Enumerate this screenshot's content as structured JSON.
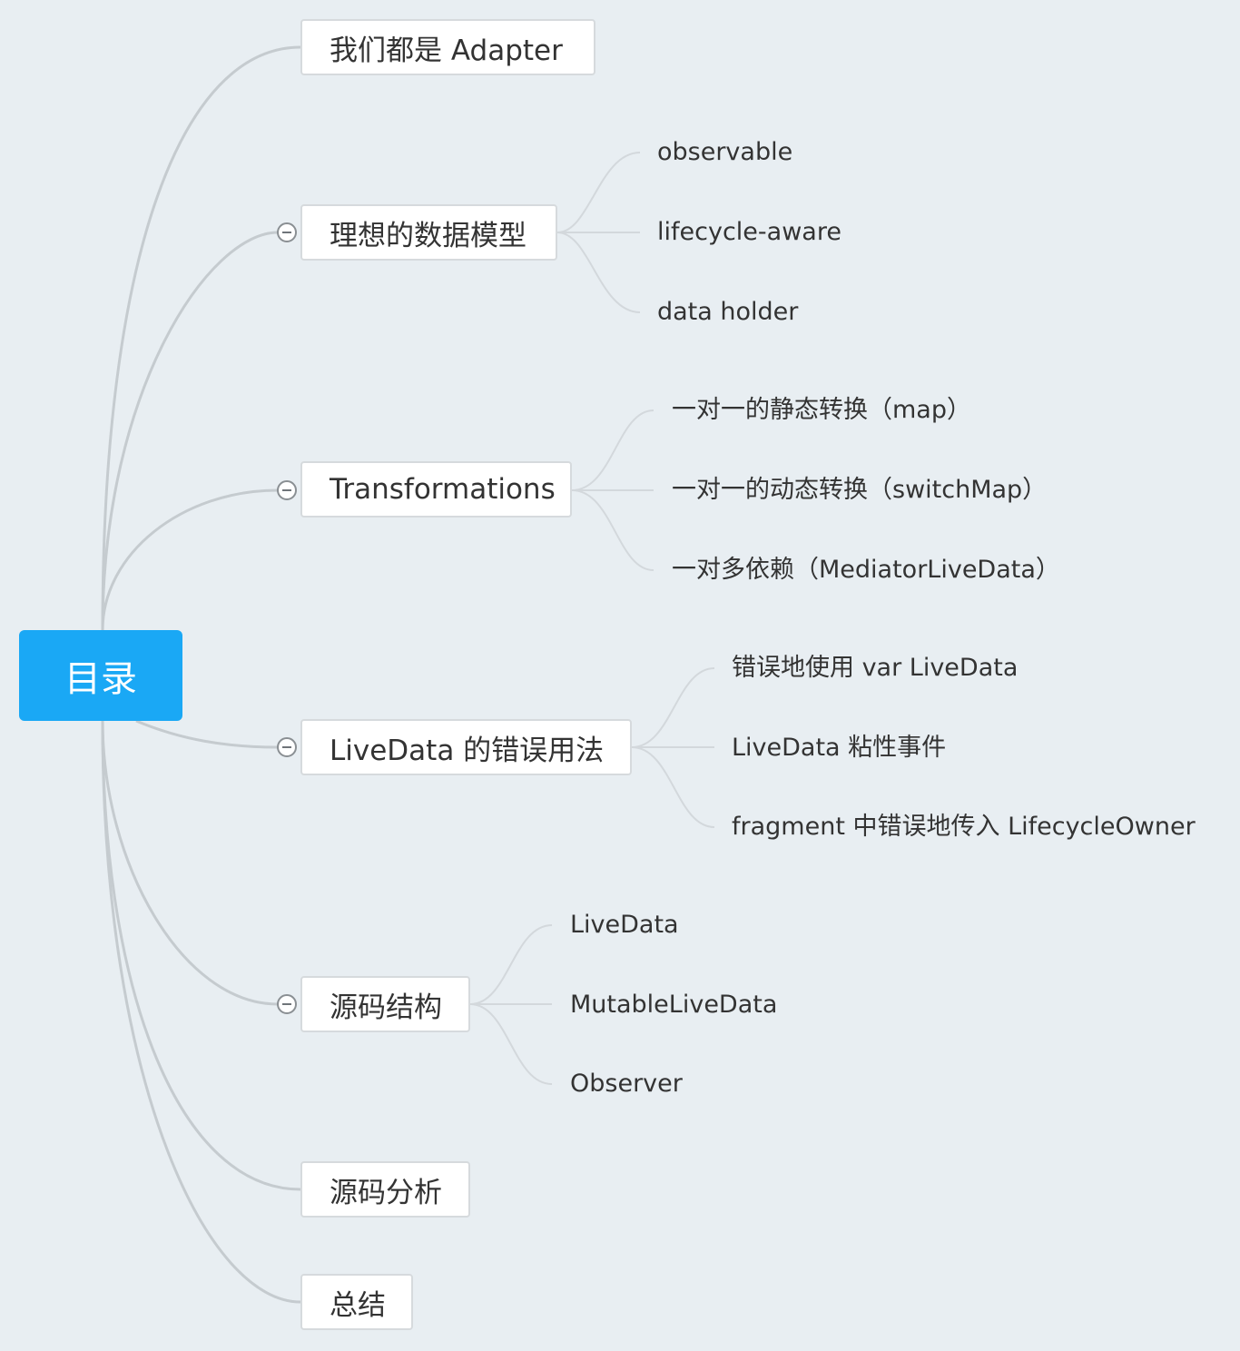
{
  "root": {
    "label": "目录"
  },
  "branches": [
    {
      "label": "我们都是 Adapter",
      "children": []
    },
    {
      "label": "理想的数据模型",
      "children": [
        "observable",
        "lifecycle-aware",
        "data holder"
      ]
    },
    {
      "label": "Transformations",
      "children": [
        "一对一的静态转换（map）",
        "一对一的动态转换（switchMap）",
        "一对多依赖（MediatorLiveData）"
      ]
    },
    {
      "label": "LiveData 的错误用法",
      "children": [
        "错误地使用 var LiveData",
        "LiveData 粘性事件",
        "fragment 中错误地传入 LifecycleOwner"
      ]
    },
    {
      "label": "源码结构",
      "children": [
        "LiveData",
        "MutableLiveData",
        "Observer"
      ]
    },
    {
      "label": "源码分析",
      "children": []
    },
    {
      "label": "总结",
      "children": []
    }
  ],
  "colors": {
    "background": "#e8eef2",
    "root_fill": "#1aa8f5",
    "root_text": "#ffffff",
    "trunk_connector": "#c5cbcf",
    "leaf_connector": "#d3d8dc",
    "node_border": "#d6dadd"
  },
  "icons": {
    "collapse": "minus-circle-icon"
  }
}
